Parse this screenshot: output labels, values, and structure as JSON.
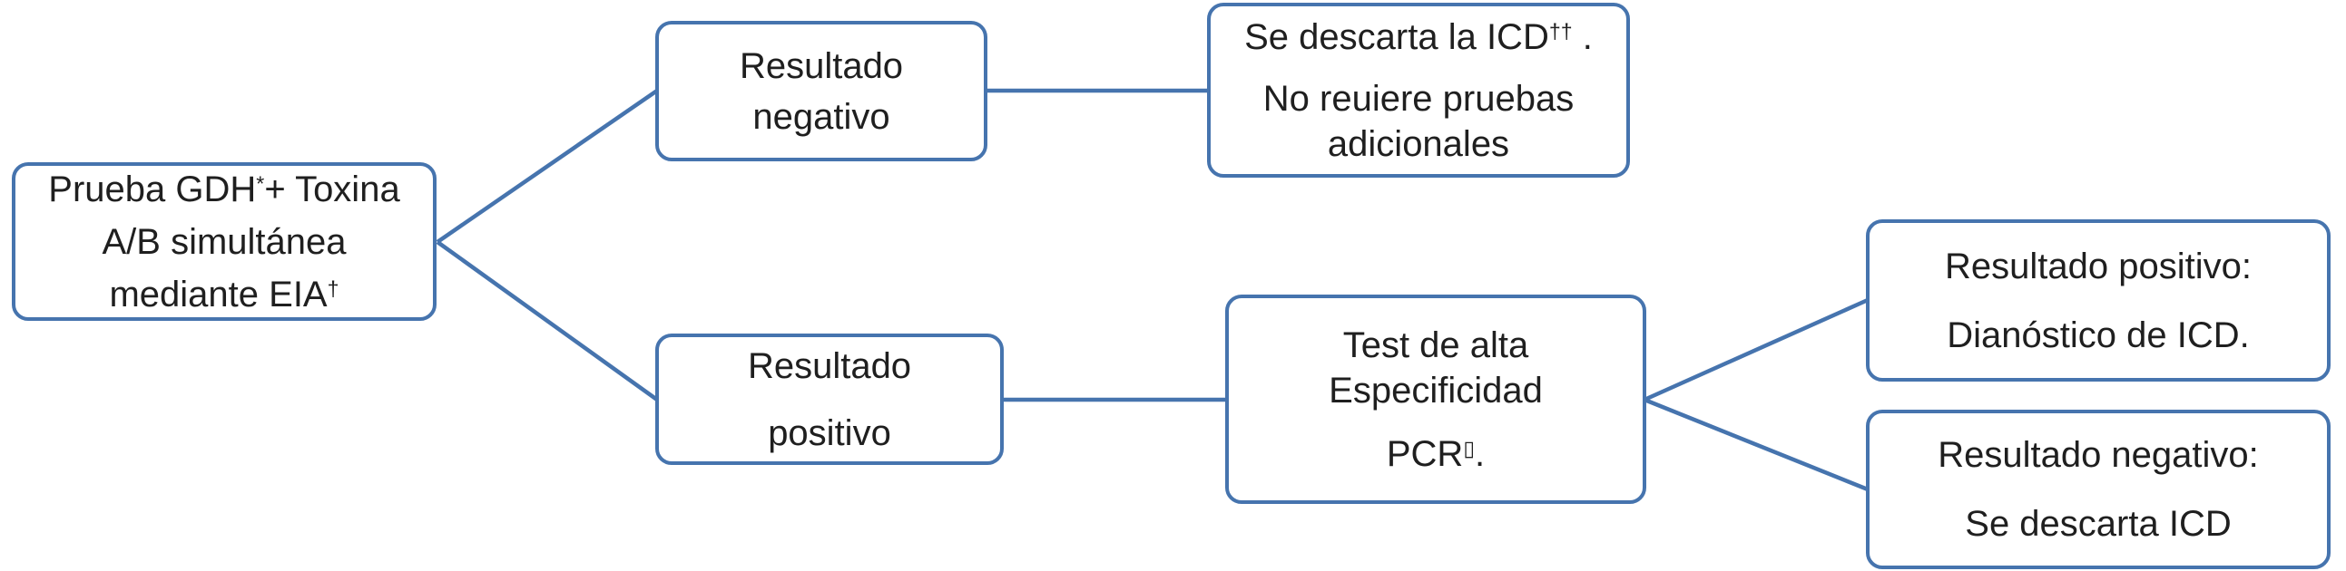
{
  "colors": {
    "accent": "#4674ae",
    "text": "#1f1f1f",
    "background": "#ffffff"
  },
  "nodes": {
    "gdh": {
      "l1a": "Prueba GDH",
      "l1sup": "*",
      "l1b": "+ Toxina",
      "l2": "A/B simultánea",
      "l3a": "mediante EIA",
      "l3sup": "†"
    },
    "neg": {
      "l1": "Resultado",
      "l2": "negativo"
    },
    "descarta": {
      "l1a": "Se descarta la ICD",
      "l1sup": "††",
      "l1b": " .",
      "l2": "No reuiere pruebas adicionales"
    },
    "pos": {
      "l1": "Resultado",
      "l2": "positivo"
    },
    "test": {
      "l1": "Test de alta Especificidad",
      "l2a": "PCR",
      "l2sup": "▯",
      "l2b": "."
    },
    "result_pos": {
      "l1": "Resultado positivo:",
      "l2": "Dianóstico de ICD."
    },
    "result_neg": {
      "l1": "Resultado negativo:",
      "l2": "Se descarta ICD"
    }
  }
}
